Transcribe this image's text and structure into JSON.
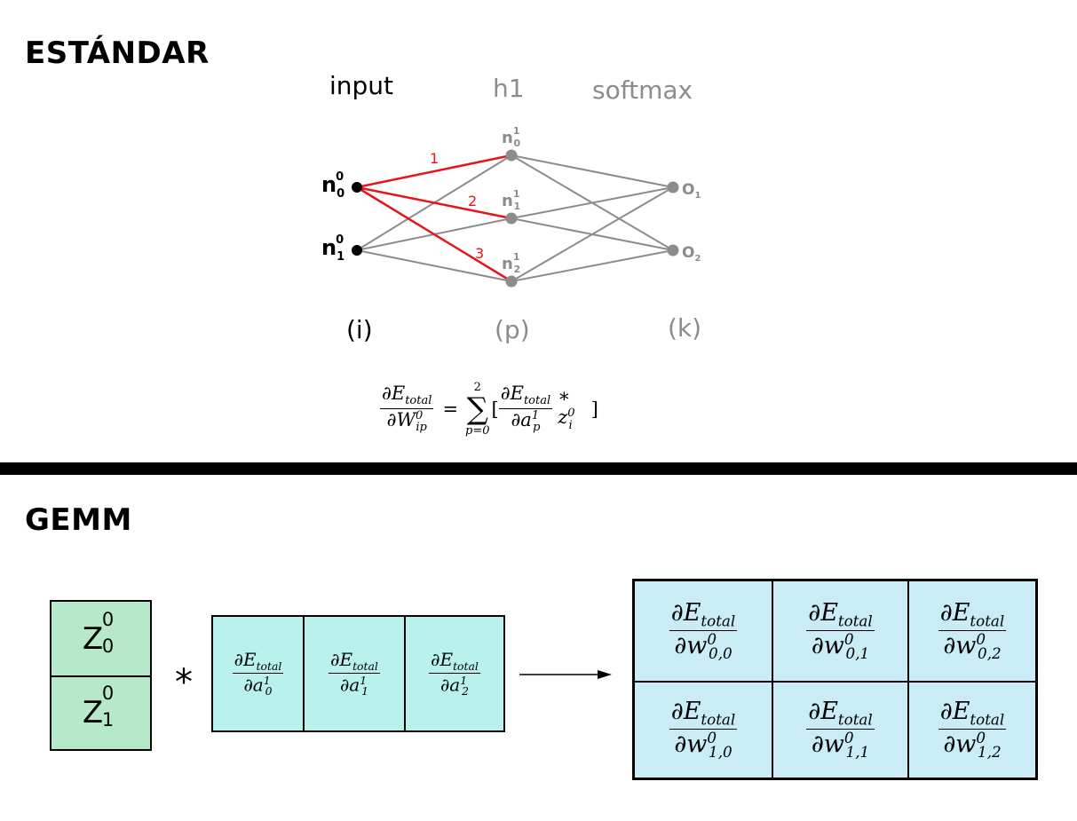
{
  "sections": {
    "standard_title": "ESTÁNDAR",
    "gemm_title": "GEMM"
  },
  "network": {
    "layers": [
      {
        "head": "input",
        "foot": "(i)"
      },
      {
        "head": "h1",
        "foot": "(p)"
      },
      {
        "head": "softmax",
        "foot": "(k)"
      }
    ],
    "input_nodes": [
      {
        "base": "n",
        "sup": "0",
        "sub": "0"
      },
      {
        "base": "n",
        "sup": "0",
        "sub": "1"
      }
    ],
    "hidden_nodes": [
      {
        "base": "n",
        "sup": "1",
        "sub": "0"
      },
      {
        "base": "n",
        "sup": "1",
        "sub": "1"
      },
      {
        "base": "n",
        "sup": "1",
        "sub": "2"
      }
    ],
    "output_nodes": [
      {
        "base": "O",
        "sub": "1"
      },
      {
        "base": "O",
        "sub": "2"
      }
    ],
    "edge_labels": [
      "1",
      "2",
      "3"
    ],
    "colors": {
      "highlight": "#e8141c",
      "edge": "#8c8c8c",
      "node_input": "#000000",
      "node_other": "#8c8c8c"
    }
  },
  "formula": {
    "lhs_num": "∂E",
    "lhs_num_sub": "total",
    "lhs_den": "∂W",
    "lhs_den_sup": "0",
    "lhs_den_sub": "ip",
    "equals": "=",
    "sum_symbol": "∑",
    "sum_upper": "2",
    "sum_lower": "p=0",
    "open_bracket": "[",
    "inner_num": "∂E",
    "inner_num_sub": "total",
    "inner_den": "∂a",
    "inner_den_sup": "1",
    "inner_den_sub": "p",
    "times": "∗ z",
    "z_sup": "0",
    "z_sub": "i",
    "close_bracket": "]"
  },
  "gemm": {
    "multiply_symbol": "*",
    "z_vector": [
      {
        "base": "Z",
        "sup": "0",
        "sub": "0"
      },
      {
        "base": "Z",
        "sup": "0",
        "sub": "1"
      }
    ],
    "grad_row": [
      {
        "num": "∂E",
        "num_sub": "total",
        "den": "∂a",
        "den_sup": "1",
        "den_sub": "0"
      },
      {
        "num": "∂E",
        "num_sub": "total",
        "den": "∂a",
        "den_sup": "1",
        "den_sub": "1"
      },
      {
        "num": "∂E",
        "num_sub": "total",
        "den": "∂a",
        "den_sup": "1",
        "den_sub": "2"
      }
    ],
    "result": [
      [
        {
          "num": "∂E",
          "num_sub": "total",
          "den": "∂w",
          "den_sup": "0",
          "den_sub": "0,0"
        },
        {
          "num": "∂E",
          "num_sub": "total",
          "den": "∂w",
          "den_sup": "0",
          "den_sub": "0,1"
        },
        {
          "num": "∂E",
          "num_sub": "total",
          "den": "∂w",
          "den_sup": "0",
          "den_sub": "0,2"
        }
      ],
      [
        {
          "num": "∂E",
          "num_sub": "total",
          "den": "∂w",
          "den_sup": "0",
          "den_sub": "1,0"
        },
        {
          "num": "∂E",
          "num_sub": "total",
          "den": "∂w",
          "den_sup": "0",
          "den_sub": "1,1"
        },
        {
          "num": "∂E",
          "num_sub": "total",
          "den": "∂w",
          "den_sup": "0",
          "den_sub": "1,2"
        }
      ]
    ],
    "colors": {
      "z_fill": "#b5e9c9",
      "grad_fill": "#b9f1ec",
      "result_fill": "#c9ecf6"
    }
  }
}
